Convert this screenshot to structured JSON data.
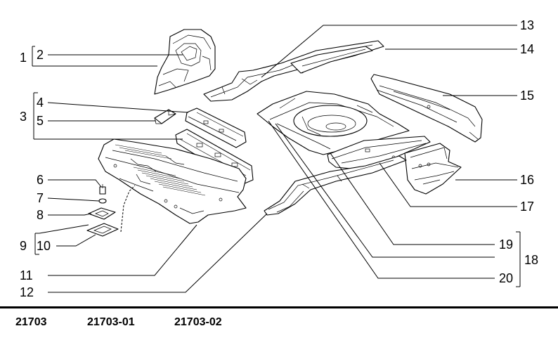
{
  "callouts": {
    "c1": "1",
    "c2": "2",
    "c3": "3",
    "c4": "4",
    "c5": "5",
    "c6": "6",
    "c7": "7",
    "c8": "8",
    "c9": "9",
    "c10": "10",
    "c11": "11",
    "c12": "12",
    "c13": "13",
    "c14": "14",
    "c15": "15",
    "c16": "16",
    "c17": "17",
    "c18": "18",
    "c19": "19",
    "c20": "20"
  },
  "footer": {
    "codes": [
      "21703",
      "21703-01",
      "21703-02"
    ]
  }
}
